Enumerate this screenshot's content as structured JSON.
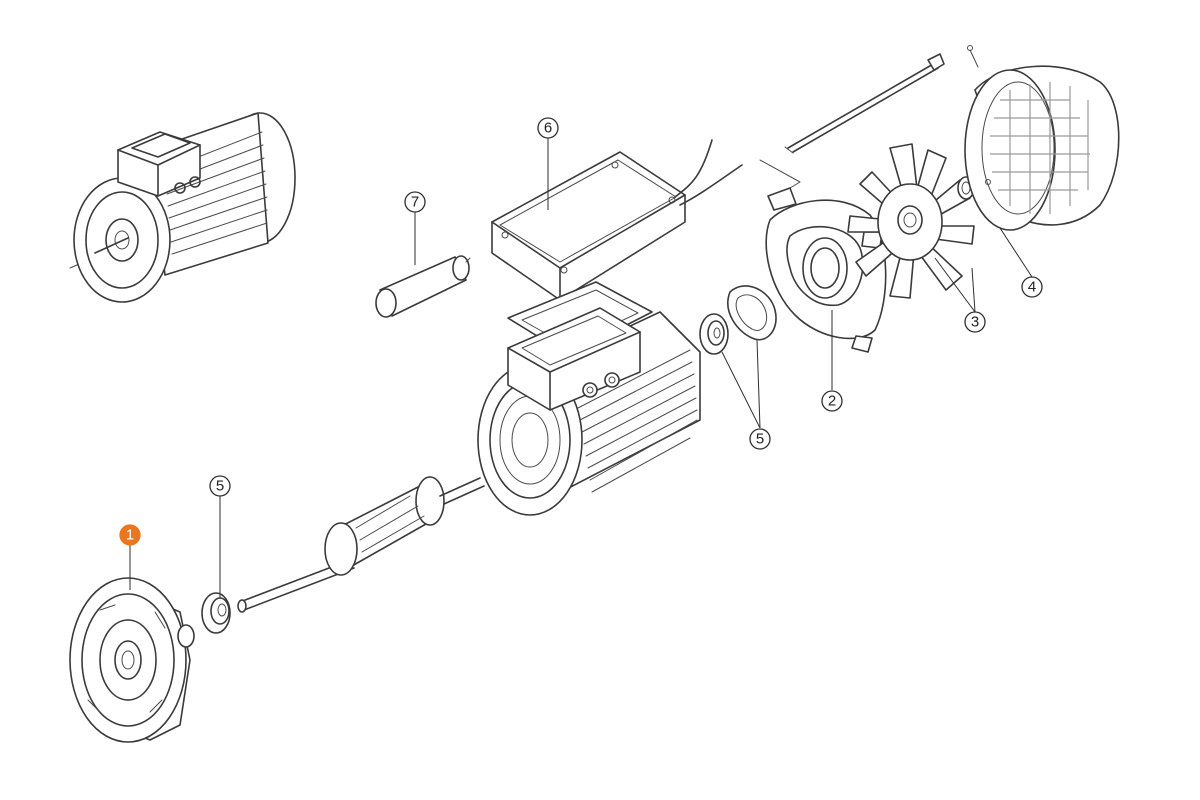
{
  "callouts": [
    {
      "id": "callout-1",
      "label": "1",
      "highlighted": true
    },
    {
      "id": "callout-2",
      "label": "2",
      "highlighted": false
    },
    {
      "id": "callout-3",
      "label": "3",
      "highlighted": false
    },
    {
      "id": "callout-4",
      "label": "4",
      "highlighted": false
    },
    {
      "id": "callout-5a",
      "label": "5",
      "highlighted": false
    },
    {
      "id": "callout-5b",
      "label": "5",
      "highlighted": false
    },
    {
      "id": "callout-6",
      "label": "6",
      "highlighted": false
    },
    {
      "id": "callout-7",
      "label": "7",
      "highlighted": false
    }
  ],
  "colors": {
    "highlight": "#e87722",
    "line": "#3a3a3a",
    "background": "#ffffff"
  }
}
